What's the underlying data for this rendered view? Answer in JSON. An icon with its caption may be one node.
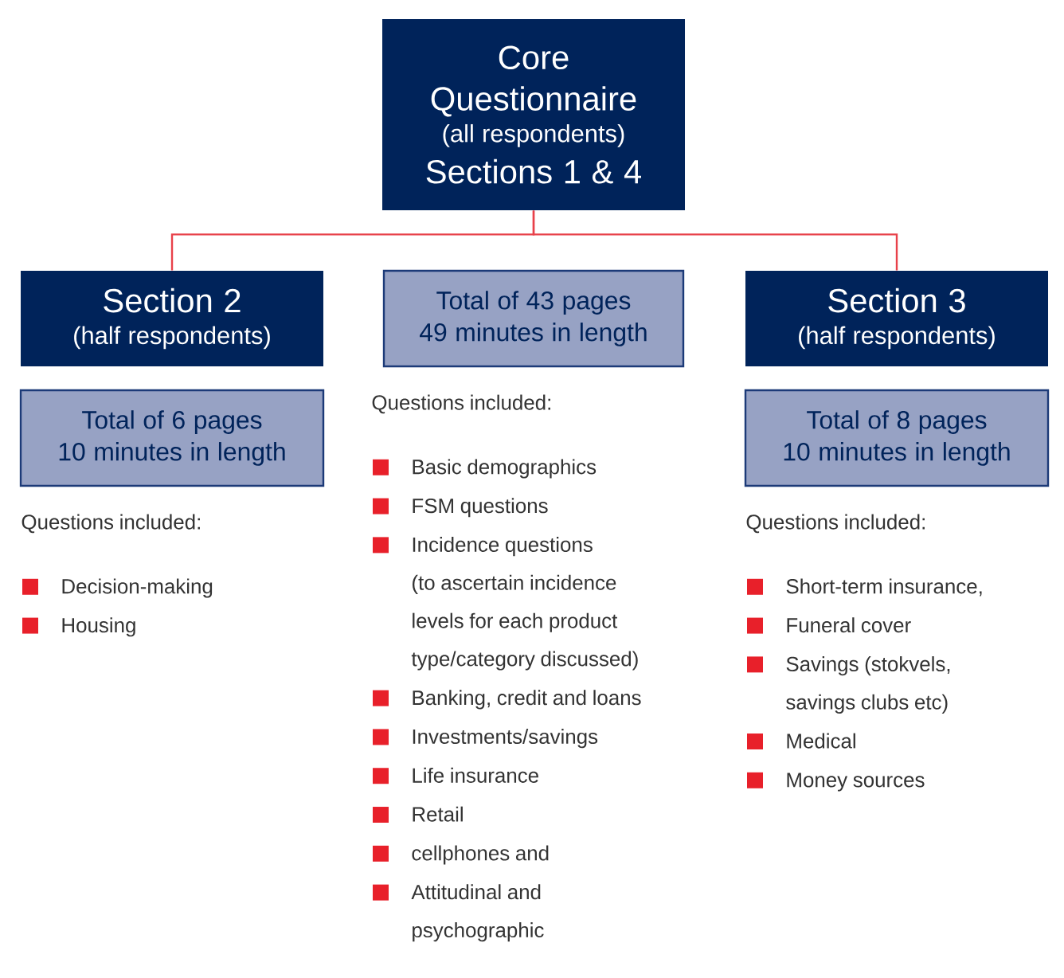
{
  "diagram": {
    "nodes": [
      {
        "text": [
          "Core Questionnaire",
          "(all respondents)",
          "Sections 1 & 4"
        ]
      },
      {
        "text": [
          "Section 2",
          "(half respondents)"
        ]
      },
      {
        "text": [
          "Total of 43 pages",
          "49 minutes in length"
        ]
      },
      {
        "text": [
          "Section 3",
          "(half respondents)"
        ]
      },
      {
        "text": [
          "Total of 6 pages",
          "10 minutes in length"
        ]
      },
      {
        "text": [
          "Total of 8 pages",
          "10 minutes in length"
        ]
      }
    ],
    "edges": [
      {
        "from": 0,
        "to": 1,
        "arrow": "none"
      },
      {
        "from": 0,
        "to": 3,
        "arrow": "none"
      }
    ],
    "labels": [
      "Questions included:",
      "Decision-making",
      "Housing",
      "Questions included:",
      "Basic demographics",
      "FSM questions",
      "Incidence questions (to ascertain incidence levels for each product type/category discussed)",
      "Banking, credit and loans",
      "Investments/savings",
      "Life insurance",
      "Retail",
      "cellphones and",
      "Attitudinal and psychographic",
      "Questions included:",
      "Short-term insurance,",
      "Funeral cover",
      "Savings (stokvels, savings clubs etc)",
      "Medical",
      "Money sources"
    ]
  }
}
